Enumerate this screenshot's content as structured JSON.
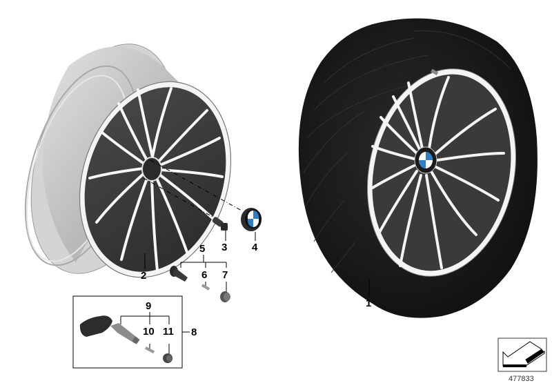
{
  "diagram": {
    "type": "exploded-parts-diagram",
    "subject": "Light alloy wheel with tire, multi-spoke design",
    "reference_number": "477833",
    "callouts": [
      {
        "number": "1",
        "part": "complete-wheel-tire"
      },
      {
        "number": "2",
        "part": "light-alloy-rim"
      },
      {
        "number": "3",
        "part": "wheel-bolt"
      },
      {
        "number": "4",
        "part": "hub-cap-emblem"
      },
      {
        "number": "5",
        "part": "valve-group"
      },
      {
        "number": "6",
        "part": "valve-core"
      },
      {
        "number": "7",
        "part": "valve-cap"
      },
      {
        "number": "8",
        "part": "tire-pressure-sensor-kit"
      },
      {
        "number": "9",
        "part": "tpms-valve-group"
      },
      {
        "number": "10",
        "part": "tpms-valve-core"
      },
      {
        "number": "11",
        "part": "tpms-valve-cap"
      }
    ],
    "colors": {
      "tire": "#1a1a1a",
      "rim_barrel": "#c8c8c8",
      "spoke_face": "#f2f2f2",
      "spoke_shadow": "#3a3a3a",
      "emblem_blue": "#2f7fc8",
      "line": "#000000"
    },
    "icons": {
      "nav_arrow": "arrow-down-left-icon"
    }
  }
}
